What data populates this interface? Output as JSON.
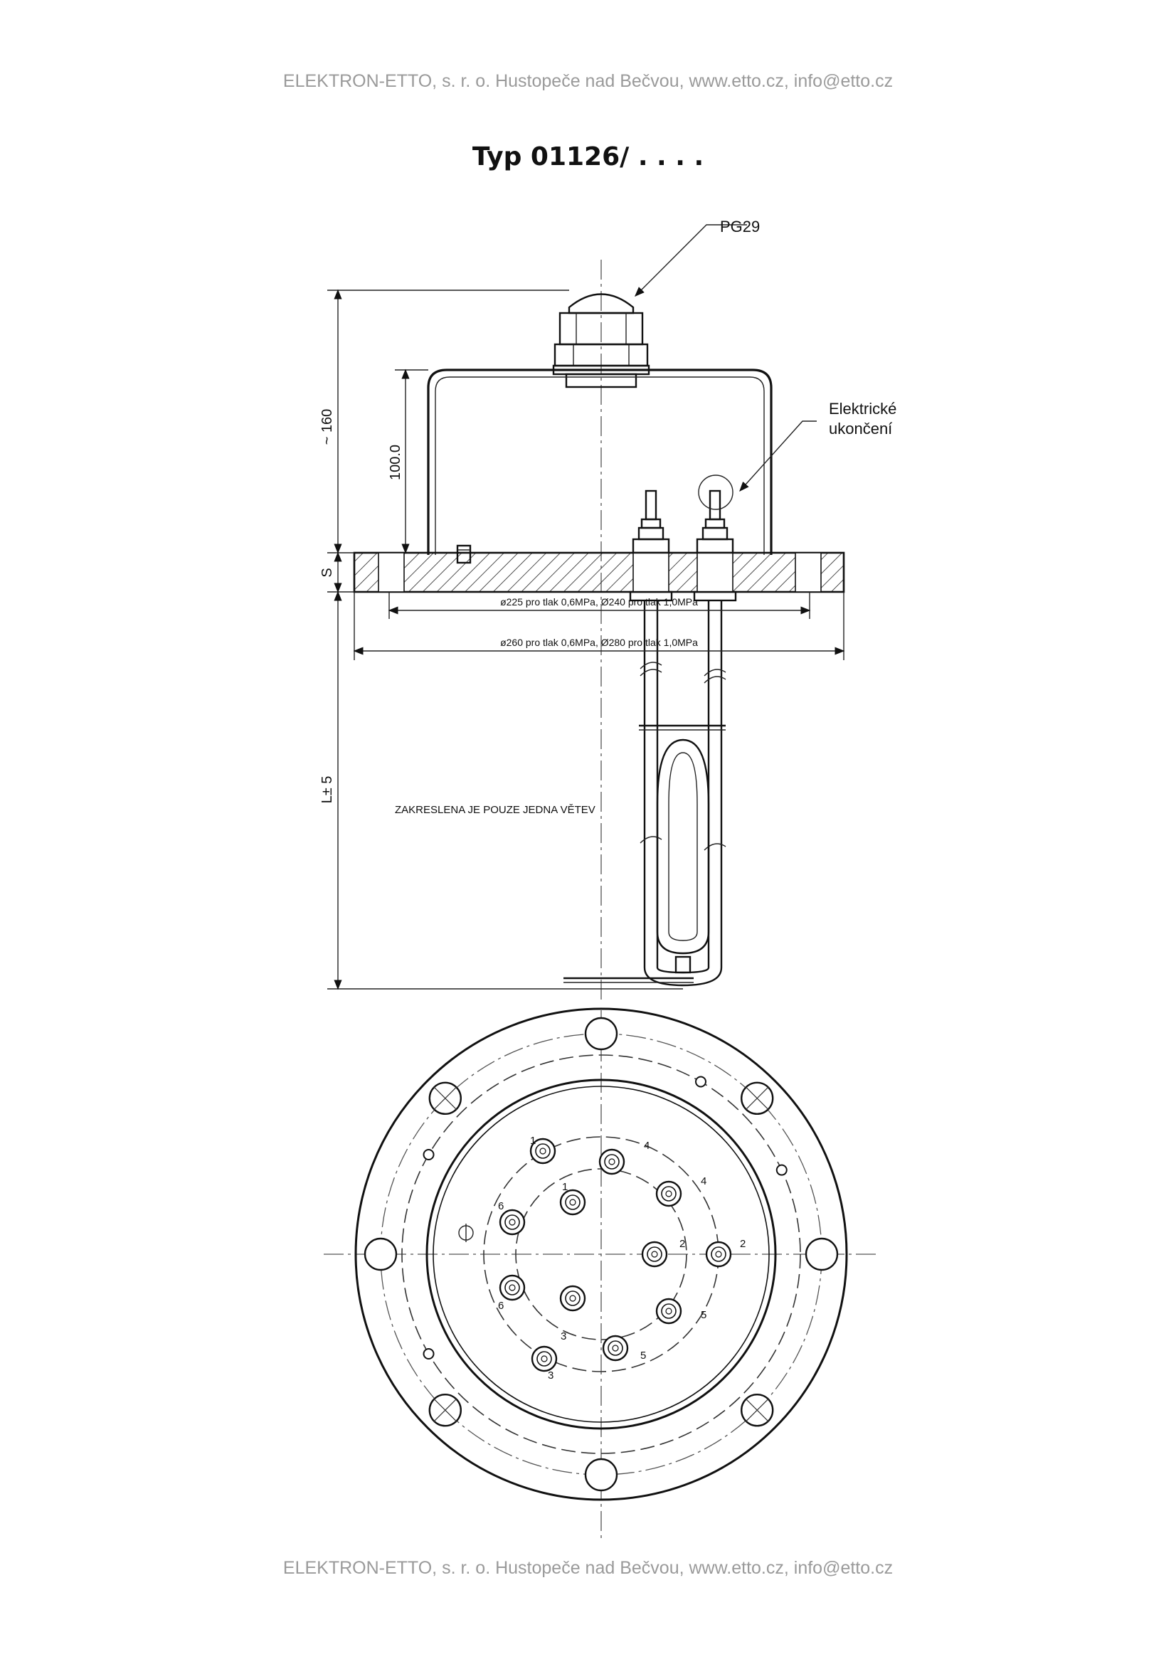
{
  "header": {
    "top_text": "ELEKTRON-ETTO, s. r. o. Hustopeče nad Bečvou, www.etto.cz, info@etto.cz",
    "bottom_text": "ELEKTRON-ETTO, s. r. o. Hustopeče nad Bečvou, www.etto.cz, info@etto.cz"
  },
  "title": "Typ 01126/ . . . .",
  "labels": {
    "cable_gland": "PG29",
    "electric_termination_line1": "Elektrické",
    "electric_termination_line2": "ukončení",
    "dim_total_height": "~ 160",
    "dim_cover_height": "100.0",
    "dim_flange_thickness": "S",
    "dim_length": "L± 5",
    "dim_inner_diameter": "ø225 pro tlak 0,6MPa, Ø240 pro tlak 1,0MPa",
    "dim_outer_diameter": "ø260 pro tlak 0,6MPa, Ø280 pro tlak 1,0MPa",
    "note": "ZAKRESLENA JE POUZE  JEDNA VĚTEV"
  },
  "terminals": [
    {
      "label": "1"
    },
    {
      "label": "2"
    },
    {
      "label": "2"
    },
    {
      "label": "3"
    },
    {
      "label": "3"
    },
    {
      "label": "4"
    },
    {
      "label": "4"
    },
    {
      "label": "5"
    },
    {
      "label": "5"
    },
    {
      "label": "6"
    },
    {
      "label": "6"
    },
    {
      "label": "1"
    }
  ],
  "colors": {
    "line": "#111111",
    "header_text": "#9a9a9a"
  }
}
